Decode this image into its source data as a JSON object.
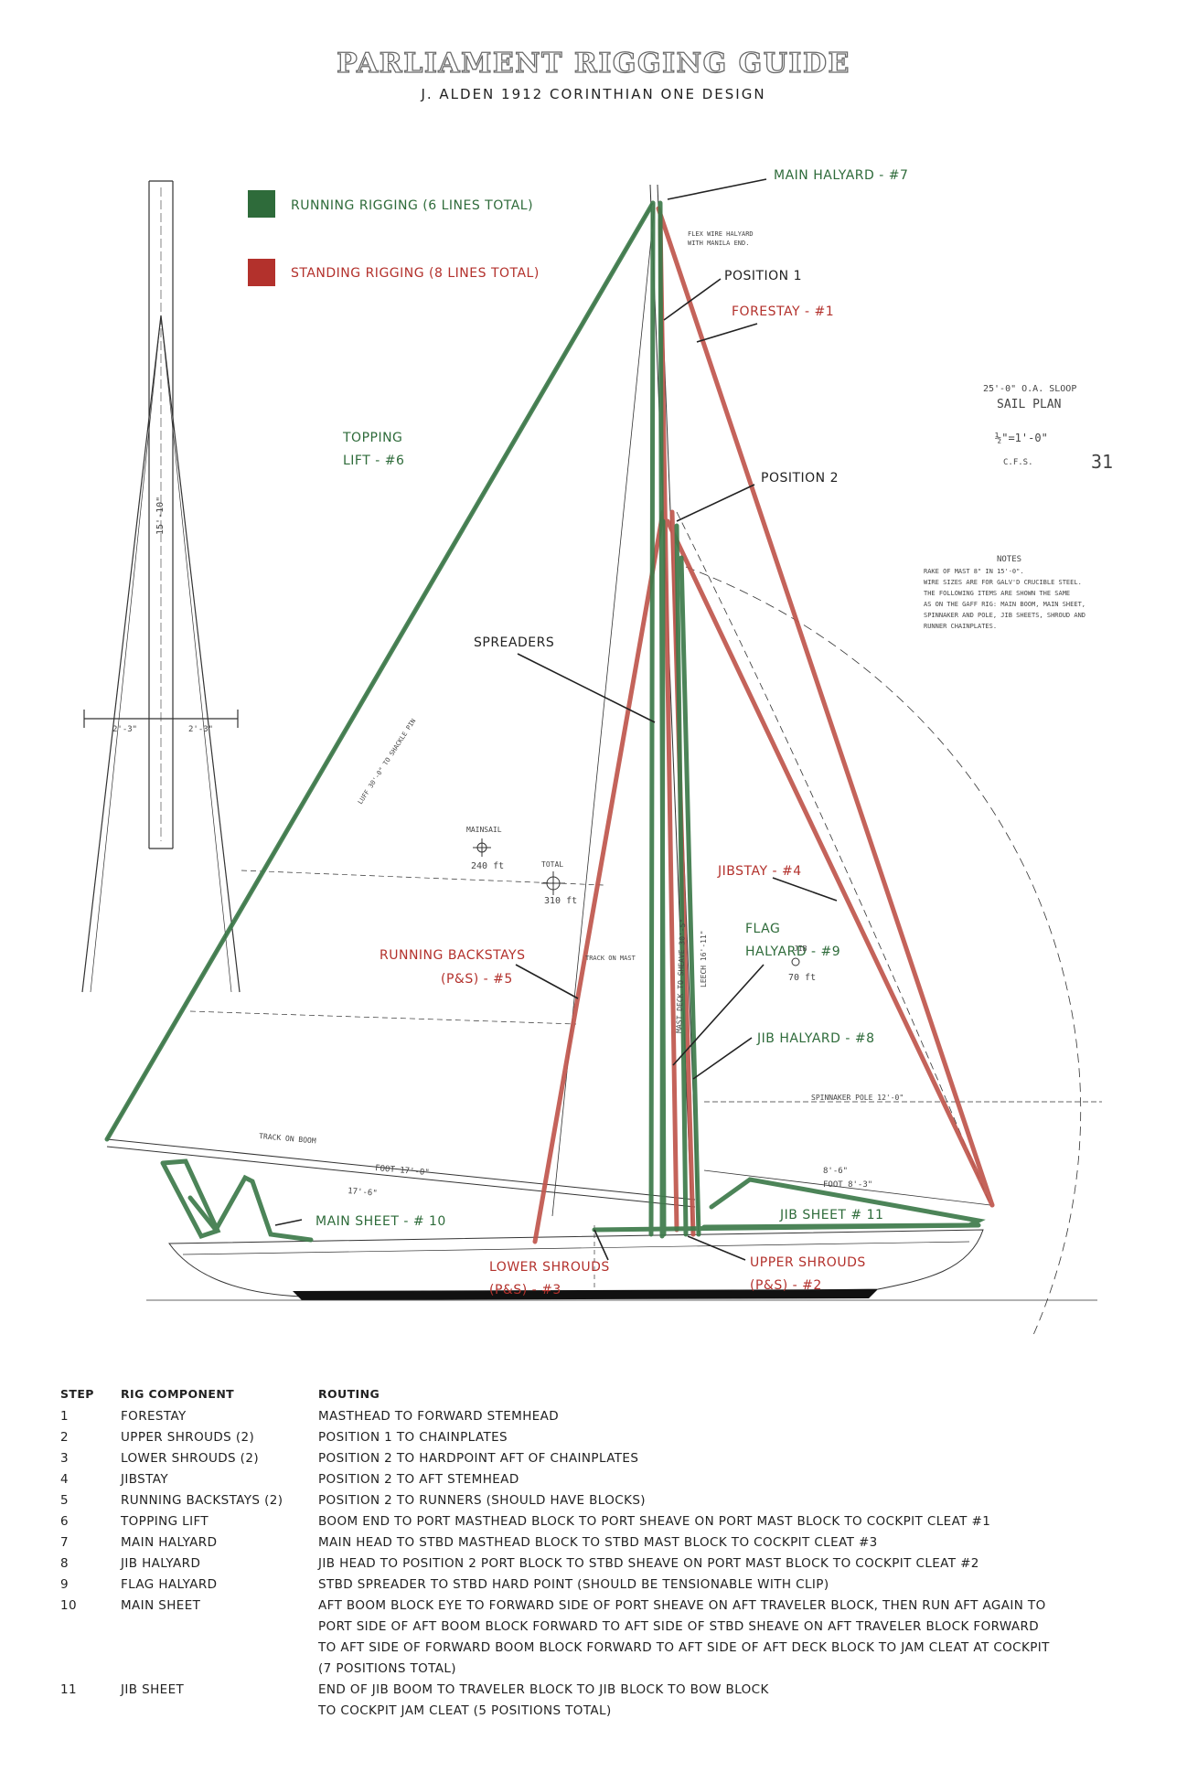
{
  "title": "PARLIAMENT RIGGING GUIDE",
  "subtitle": "J. ALDEN 1912 CORINTHIAN ONE DESIGN",
  "colors": {
    "running": "#2e6b3a",
    "standing": "#b3312c",
    "ink": "#444444"
  },
  "legend": {
    "running": "RUNNING RIGGING (6 LINES TOTAL)",
    "standing": "STANDING RIGGING (8 LINES TOTAL)"
  },
  "callouts": {
    "main_halyard": "MAIN HALYARD - #7",
    "position1": "POSITION 1",
    "forestay": "FORESTAY - #1",
    "topping_lift_1": "TOPPING",
    "topping_lift_2": "LIFT - #6",
    "position2": "POSITION 2",
    "spreaders": "SPREADERS",
    "jibstay": "JIBSTAY - #4",
    "running_backstays_1": "RUNNING BACKSTAYS",
    "running_backstays_2": "(P&S) - #5",
    "flag_halyard_1": "FLAG",
    "flag_halyard_2": "HALYARD - #9",
    "jib_halyard": "JIB HALYARD - #8",
    "main_sheet": "MAIN SHEET - # 10",
    "jib_sheet": "JIB SHEET # 11",
    "upper_shrouds_1": "UPPER SHROUDS",
    "upper_shrouds_2": "(P&S) - #2",
    "lower_shrouds_1": "LOWER SHROUDS",
    "lower_shrouds_2": "(P&S) - #3"
  },
  "plan_notes": {
    "sloop": "25'-0\" O.A. SLOOP",
    "sail_plan": "SAIL PLAN",
    "scale": "½\"=1'-0\"",
    "cfs": "C.F.S.",
    "sheet_no": "31",
    "notes_title": "NOTES",
    "notes_lines": [
      "RAKE OF MAST 8\" IN 15'-0\".",
      "WIRE SIZES ARE FOR GALV'D CRUCIBLE STEEL.",
      "THE FOLLOWING ITEMS ARE SHOWN THE SAME",
      "AS ON THE GAFF RIG: MAIN BOOM, MAIN SHEET,",
      "SPINNAKER AND POLE, JIB SHEETS, SHROUD AND",
      "RUNNER CHAINPLATES."
    ],
    "mainsail": "MAINSAIL",
    "mainsail_area": "240 ft",
    "total": "TOTAL",
    "total_area": "310 ft",
    "jib": "JIB",
    "jib_area": "70 ft",
    "foot": "FOOT 17'-0\"",
    "foot2": "17'-6\"",
    "jib_foot": "FOOT 8'-3\"",
    "jib_foot2": "8'-6\"",
    "spinnaker": "SPINNAKER POLE 12'-0\"",
    "track_boom": "TRACK ON BOOM",
    "track_mast": "TRACK ON MAST",
    "mast_dim": "15'-10\"",
    "spread_l": "2'-3\"",
    "spread_r": "2'-3\"",
    "masthead_note_1": "FLEX WIRE HALYARD",
    "masthead_note_2": "WITH MANILA END.",
    "luff_note": "LUFF 30'-0\" TO SHACKLE PIN",
    "leech_note": "LEECH 16'-11\"",
    "mast_deck": "MAST DECK TO SHEAVE 30'-5\""
  },
  "table": {
    "headers": [
      "STEP",
      "RIG COMPONENT",
      "ROUTING"
    ],
    "rows": [
      {
        "step": "1",
        "component": "FORESTAY",
        "routing": [
          "MASTHEAD TO FORWARD STEMHEAD"
        ]
      },
      {
        "step": "2",
        "component": "UPPER SHROUDS (2)",
        "routing": [
          "POSITION 1 TO CHAINPLATES"
        ]
      },
      {
        "step": "3",
        "component": "LOWER SHROUDS (2)",
        "routing": [
          "POSITION 2 TO HARDPOINT AFT OF CHAINPLATES"
        ]
      },
      {
        "step": "4",
        "component": "JIBSTAY",
        "routing": [
          "POSITION 2 TO AFT STEMHEAD"
        ]
      },
      {
        "step": "5",
        "component": "RUNNING BACKSTAYS (2)",
        "routing": [
          "POSITION 2 TO RUNNERS (SHOULD HAVE BLOCKS)"
        ]
      },
      {
        "step": "6",
        "component": "TOPPING LIFT",
        "routing": [
          "BOOM END TO PORT MASTHEAD BLOCK TO PORT SHEAVE ON PORT MAST BLOCK TO COCKPIT CLEAT #1"
        ]
      },
      {
        "step": "7",
        "component": "MAIN HALYARD",
        "routing": [
          "MAIN HEAD TO STBD MASTHEAD BLOCK TO STBD MAST BLOCK TO COCKPIT CLEAT #3"
        ]
      },
      {
        "step": "8",
        "component": "JIB HALYARD",
        "routing": [
          "JIB HEAD TO POSITION 2 PORT BLOCK TO STBD SHEAVE ON PORT MAST BLOCK TO COCKPIT CLEAT #2"
        ]
      },
      {
        "step": "9",
        "component": "FLAG HALYARD",
        "routing": [
          "STBD SPREADER TO STBD HARD POINT (SHOULD BE TENSIONABLE WITH CLIP)"
        ]
      },
      {
        "step": "10",
        "component": "MAIN SHEET",
        "routing": [
          "AFT BOOM BLOCK EYE TO FORWARD SIDE OF PORT SHEAVE ON AFT TRAVELER BLOCK, THEN RUN AFT AGAIN TO",
          "PORT SIDE OF AFT BOOM BLOCK FORWARD TO AFT SIDE OF STBD SHEAVE ON AFT TRAVELER BLOCK FORWARD",
          "TO AFT SIDE OF FORWARD BOOM BLOCK FORWARD TO AFT SIDE OF AFT DECK BLOCK TO JAM CLEAT AT COCKPIT",
          "(7 POSITIONS TOTAL)"
        ]
      },
      {
        "step": "11",
        "component": "JIB SHEET",
        "routing": [
          "END OF JIB BOOM TO TRAVELER BLOCK TO JIB BLOCK TO BOW BLOCK",
          "TO COCKPIT JAM CLEAT (5 POSITIONS TOTAL)"
        ]
      }
    ]
  }
}
